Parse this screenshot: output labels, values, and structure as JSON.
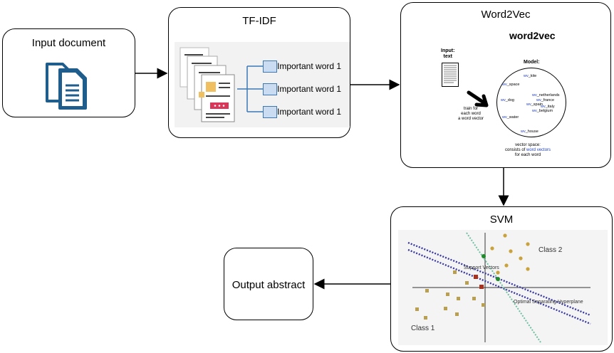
{
  "input_box": {
    "title": "Input document",
    "icon": "documents-icon"
  },
  "tfidf_box": {
    "title": "TF-IDF",
    "words": [
      "Important word 1",
      "Important word 1",
      "Important word 1"
    ]
  },
  "word2vec_box": {
    "title": "Word2Vec",
    "heading": "word2vec",
    "input_label_1": "Input:",
    "input_label_2": "text",
    "train_1": "train for",
    "train_2": "each word",
    "train_3": "a word vector",
    "model_label": "Model:",
    "vectors": [
      {
        "prefix": "wv",
        "word": "_kite"
      },
      {
        "prefix": "wv",
        "word": "_space"
      },
      {
        "prefix": "wv",
        "word": "_dog"
      },
      {
        "prefix": "wv",
        "word": "_netherlands"
      },
      {
        "prefix": "wv",
        "word": "_france"
      },
      {
        "prefix": "wv",
        "word": "_spain"
      },
      {
        "prefix": "wv",
        "word": "_italy"
      },
      {
        "prefix": "wv",
        "word": "_belgium"
      },
      {
        "prefix": "wv",
        "word": "_water"
      },
      {
        "prefix": "wv",
        "word": "_house"
      }
    ],
    "caption_1": "vector space:",
    "caption_2a": "consists of ",
    "caption_2b": "word vectors",
    "caption_3": "for each word"
  },
  "svm_box": {
    "title": "SVM",
    "class2": "Class 2",
    "class1": "Class 1",
    "support_vectors": "Support Vectors",
    "hyperplane": "Optimal Separating Hyperplane"
  },
  "output_box": {
    "title": "Output abstract"
  },
  "colors": {
    "doc_icon_blue": "#1f5e8c",
    "node_fill": "#c9dcf2",
    "node_stroke": "#3d78b5",
    "svm_point_gold": "#c9a23a",
    "svm_point_olive": "#8a8a3a",
    "svm_point_green": "#1f8a2a",
    "svm_point_red": "#a8321e",
    "margin_line": "#3a3aa0",
    "hyperplane_line": "#6fbfa0"
  }
}
